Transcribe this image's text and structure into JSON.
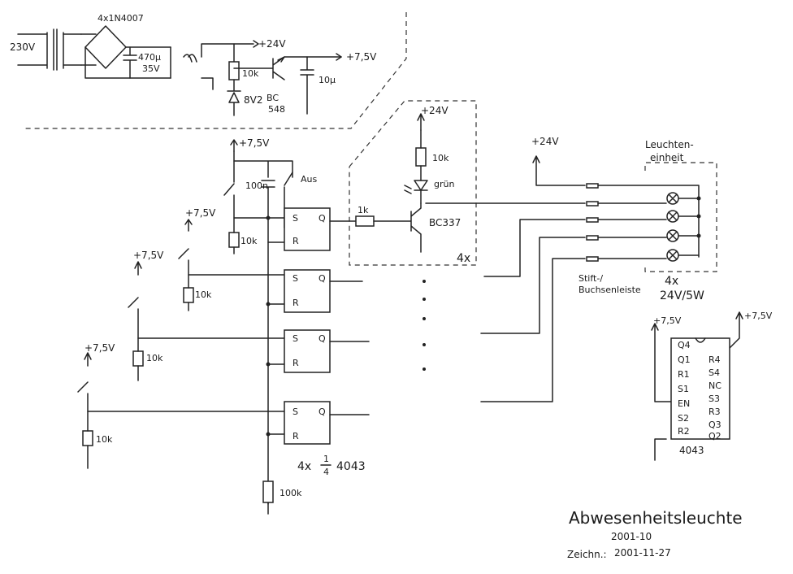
{
  "psu": {
    "mains": "230V",
    "rectifier": "4x1N4007",
    "cap_main": "470µ",
    "cap_main_v": "35V",
    "rail24": "+24V",
    "rail75": "+7,5V",
    "r_bias": "10k",
    "zener": "8V2",
    "transistor": "BC",
    "transistor2": "548",
    "cap_out": "10µ"
  },
  "main": {
    "rail75_top": "+7,5V",
    "v1": "+7,5V",
    "v2": "+7,5V",
    "v3": "+7,5V",
    "r10k_a": "10k",
    "r10k_b": "10k",
    "r10k_c": "10k",
    "r10k_d": "10k",
    "cap100": "100n",
    "aus": "Aus",
    "r100k": "100k",
    "ff_s": "S",
    "ff_r": "R",
    "ff_q": "Q",
    "chip_count": "4x",
    "chip_frac_num": "1",
    "chip_frac_den": "4",
    "chip_name": "4043"
  },
  "driver": {
    "v24": "+24V",
    "r10k": "10k",
    "led": "grün",
    "r1k": "1k",
    "transistor": "BC337",
    "mult": "4x"
  },
  "lamps": {
    "v24": "+24V",
    "title1": "Leuchten-",
    "title2": "einheit",
    "connector1": "Stift-/",
    "connector2": "Buchsenleiste",
    "count": "4x",
    "rating": "24V/5W"
  },
  "pinout": {
    "v_left": "+7,5V",
    "v_right": "+7,5V",
    "left_pins": [
      "Q4",
      "Q1",
      "R1",
      "S1",
      "EN",
      "S2",
      "R2"
    ],
    "right_pins": [
      "R4",
      "S4",
      "NC",
      "S3",
      "R3",
      "Q3",
      "Q2"
    ],
    "chip": "4043"
  },
  "title": {
    "name": "Abwesenheitsleuchte",
    "date": "2001-10",
    "drawn_label": "Zeichn.:",
    "drawn_date": "2001-11-27"
  }
}
